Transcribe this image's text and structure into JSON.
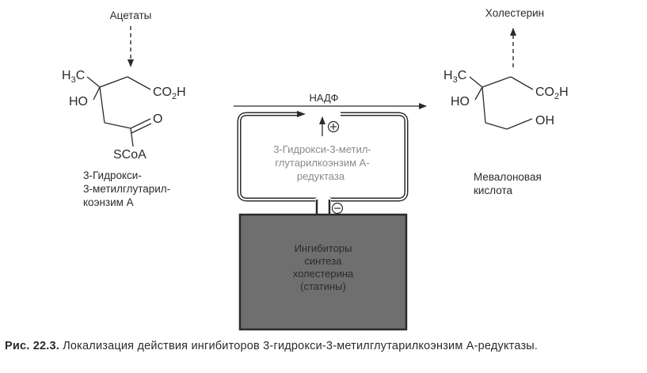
{
  "left_molecule": {
    "precursor": "Ацетаты",
    "h3c": "H3C",
    "ho": "HO",
    "co2h": "CO2H",
    "o": "O",
    "scoa": "SCoA",
    "name_lines": [
      "3-Гидрокси-",
      "3-метилглутарил-",
      "коэнзим А"
    ]
  },
  "right_molecule": {
    "product": "Холестерин",
    "h3c": "H3C",
    "ho": "HO",
    "co2h": "CO2H",
    "oh": "OH",
    "name_lines": [
      "Мевалоновая",
      "кислота"
    ]
  },
  "reaction": {
    "cofactor": "НАДФ",
    "plus_sign": "⊕",
    "minus_sign": "⊖",
    "enzyme_lines": [
      "3-Гидрокси-3-метил-",
      "глутарилкоэнзим А-",
      "редуктаза"
    ]
  },
  "inhibitor": {
    "lines": [
      "Ингибиторы",
      "синтеза",
      "холестерина",
      "(статины)"
    ]
  },
  "caption": {
    "label": "Рис. 22.3.",
    "text": "Локализация действия ингибиторов 3-гидрокси-3-метилглутарилкоэнзим А-редуктазы."
  },
  "colors": {
    "ink": "#2b2b2b",
    "inhibitor_fill": "#6f6f6f",
    "enzyme_text": "#8a8a8a"
  }
}
